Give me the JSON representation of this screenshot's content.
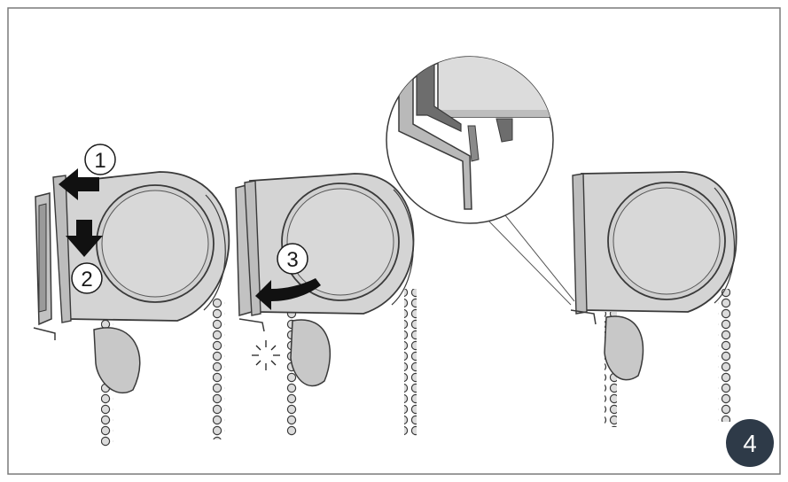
{
  "steps": [
    {
      "label": "1"
    },
    {
      "label": "2"
    },
    {
      "label": "3"
    }
  ],
  "figure_badge": {
    "label": "4",
    "color": "#2e3a48"
  },
  "colors": {
    "frame": "#7a7a7a",
    "housing": "#d4d4d4",
    "housing_shadow": "#bdbdbd",
    "outline": "#3a3a3a",
    "arrow": "#111111",
    "bracket": "#b9b9b9",
    "bracket_dark": "#6d6d6d"
  },
  "icons": {
    "arrow": "black-arrow-icon",
    "click": "click-spark-icon",
    "zoom": "zoom-callout-icon"
  }
}
